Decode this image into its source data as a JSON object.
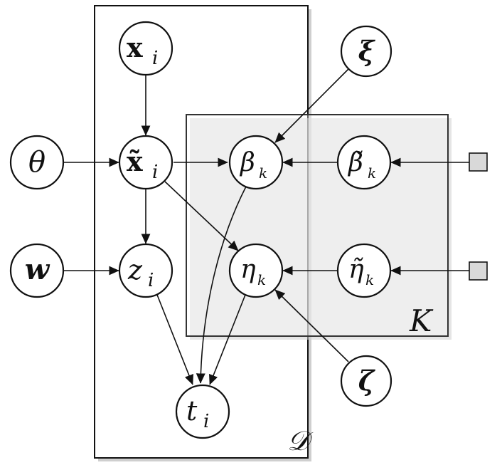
{
  "plates": {
    "documents": {
      "label": "𝒟"
    },
    "topics": {
      "label": "K"
    }
  },
  "nodes": {
    "x_i": {
      "symbol": "x",
      "subscript": "i"
    },
    "x_tilde_i": {
      "symbol": "x̃",
      "subscript": "i"
    },
    "theta": {
      "symbol": "θ"
    },
    "w": {
      "symbol": "w"
    },
    "z_i": {
      "symbol": "z",
      "subscript": "i"
    },
    "t_i": {
      "symbol": "t",
      "subscript": "i"
    },
    "xi": {
      "symbol": "ξ"
    },
    "zeta": {
      "symbol": "ζ"
    },
    "beta_k": {
      "symbol": "β",
      "subscript": "k"
    },
    "beta_tilde_k": {
      "symbol": "β̃",
      "subscript": "k"
    },
    "eta_k": {
      "symbol": "η",
      "subscript": "k"
    },
    "eta_tilde_k": {
      "symbol": "η̃",
      "subscript": "k"
    }
  },
  "colors": {
    "stroke": "#111111",
    "node_fill": "#ffffff",
    "fixed_param_fill": "#d9d9d9",
    "plate_shadow": "#cfcfcf"
  }
}
